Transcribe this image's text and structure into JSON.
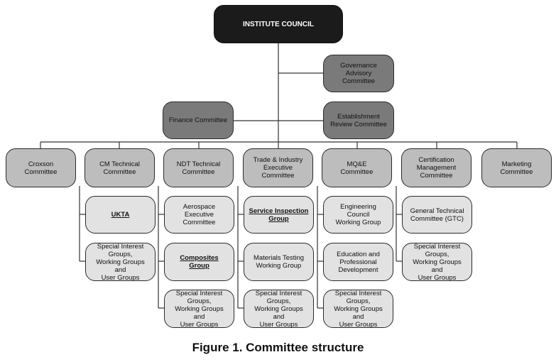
{
  "council": "INSTITUTE COUNCIL",
  "governance": "Governance\nAdvisory\nCommittee",
  "finance": "Finance Committee",
  "establishment": "Establishment\nReview Committee",
  "committees": {
    "croxson": "Croxson\nCommittee",
    "cm": "CM Technical\nCommittee",
    "ndt": "NDT Technical\nCommittee",
    "trade": "Trade & Industry\nExecutive\nCommittee",
    "mqe": "MQ&E\nCommittee",
    "cert": "Certification\nManagement\nCommittee",
    "marketing": "Marketing\nCommittee"
  },
  "cm_children": [
    "UKTA",
    "Special Interest\nGroups,\nWorking Groups and\nUser Groups"
  ],
  "ndt_children": [
    "Aerospace Executive\nCommittee",
    "Composites\nGroup",
    "Special Interest\nGroups,\nWorking Groups and\nUser Groups"
  ],
  "trade_children": [
    "Service Inspection\nGroup",
    "Materials Testing\nWorking Group",
    "Special Interest\nGroups,\nWorking Groups and\nUser Groups"
  ],
  "mqe_children": [
    "Engineering Council\nWorking Group",
    "Education and\nProfessional\nDevelopment",
    "Special Interest\nGroups,\nWorking Groups and\nUser Groups"
  ],
  "cert_children": [
    "General Technical\nCommittee (GTC)",
    "Special Interest\nGroups,\nWorking Groups and\nUser Groups"
  ],
  "caption": "Figure 1. Committee structure"
}
